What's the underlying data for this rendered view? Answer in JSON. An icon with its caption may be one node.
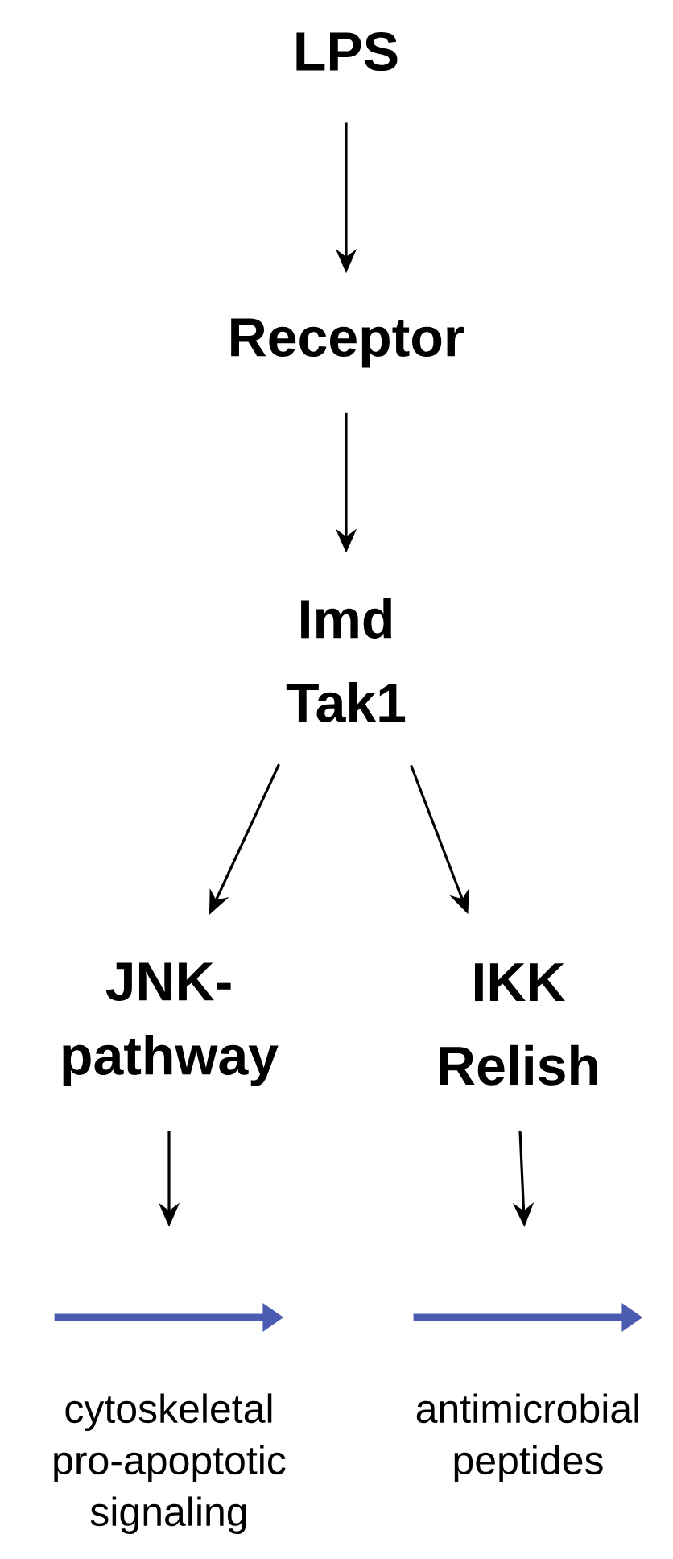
{
  "diagram": {
    "nodes": [
      {
        "text": [
          "LPS"
        ]
      },
      {
        "text": [
          "Receptor"
        ]
      },
      {
        "text": [
          "Imd",
          "Tak1"
        ]
      },
      {
        "text": [
          "JNK- pathway"
        ]
      },
      {
        "text": [
          "IKK",
          "Relish"
        ]
      },
      {
        "text": [],
        "shape": "arrow",
        "beside": [
          "cytoskeletal pro-apoptotic signaling"
        ]
      },
      {
        "text": [],
        "shape": "arrow",
        "beside": [
          "antimicrobial peptides"
        ]
      }
    ],
    "edges": [
      {
        "from": 0,
        "to": 1,
        "arrow": "to"
      },
      {
        "from": 1,
        "to": 2,
        "arrow": "to"
      },
      {
        "from": 2,
        "to": 3,
        "arrow": "to"
      },
      {
        "from": 2,
        "to": 4,
        "arrow": "to"
      },
      {
        "from": 3,
        "to": 5,
        "arrow": "to"
      },
      {
        "from": 4,
        "to": 6,
        "arrow": "to"
      }
    ]
  }
}
